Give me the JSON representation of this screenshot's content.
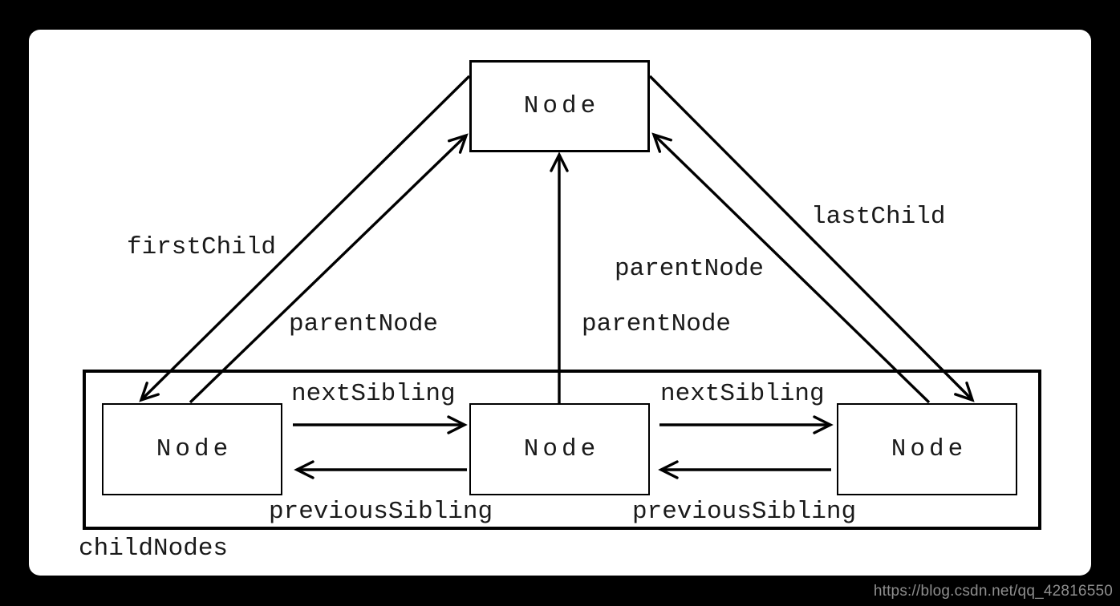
{
  "diagram": {
    "parent_node": {
      "label": "Node"
    },
    "children": [
      {
        "label": "Node"
      },
      {
        "label": "Node"
      },
      {
        "label": "Node"
      }
    ],
    "container_label": "childNodes",
    "edge_labels": {
      "first_child": "firstChild",
      "last_child": "lastChild",
      "parent_node_left": "parentNode",
      "parent_node_middle": "parentNode",
      "parent_node_right": "parentNode",
      "next_sibling_left": "nextSibling",
      "next_sibling_right": "nextSibling",
      "previous_sibling_left": "previousSibling",
      "previous_sibling_right": "previousSibling"
    },
    "colors": {
      "line": "#000000",
      "panel_background": "#ffffff",
      "page_background": "#000000",
      "watermark_text": "#8e8e8e"
    }
  },
  "watermark": "https://blog.csdn.net/qq_42816550"
}
